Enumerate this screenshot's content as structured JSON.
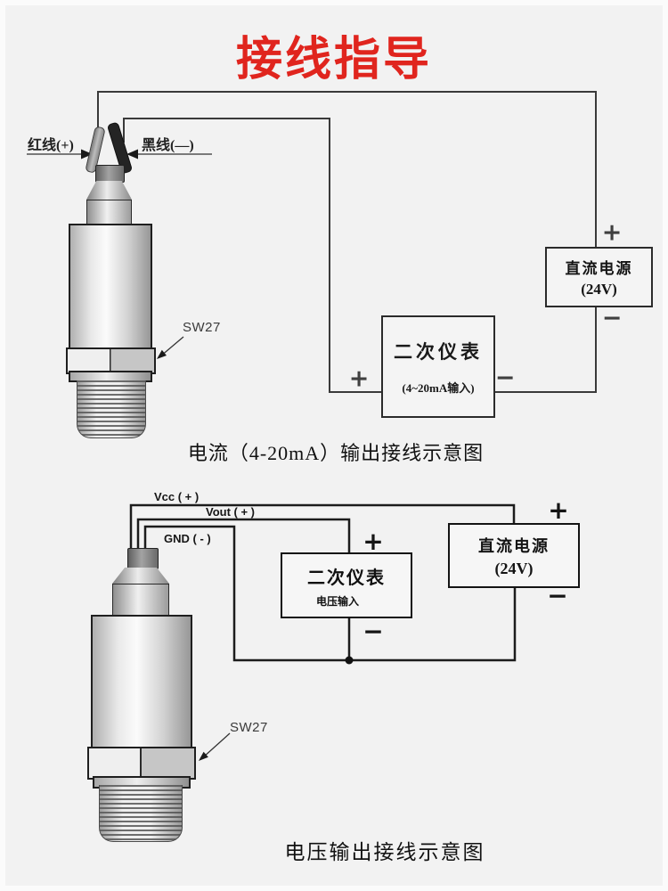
{
  "title": "接线指导",
  "colors": {
    "accent_red": "#e0251e",
    "background": "#f2f2f2",
    "line_dark": "#3a3a3a"
  },
  "symbols": {
    "plus": "+",
    "minus": "−"
  },
  "diagram_current": {
    "caption": "电流（4-20mA）输出接线示意图",
    "red_wire_label": "红线(+)",
    "black_wire_label": "黑线(—)",
    "sensor_nut_label": "SW27",
    "meter_box": {
      "title": "二次仪表",
      "subtitle": "(4~20mA输入)"
    },
    "power_box": {
      "line1": "直流电源",
      "line2": "(24V)"
    }
  },
  "diagram_voltage": {
    "caption": "电压输出接线示意图",
    "vcc_label": "Vcc ( + )",
    "vout_label": "Vout ( + )",
    "gnd_label": "GND ( - )",
    "sensor_nut_label": "SW27",
    "meter_box": {
      "title": "二次仪表",
      "subtitle": "电压输入"
    },
    "power_box": {
      "line1": "直流电源",
      "line2": "(24V)"
    }
  }
}
